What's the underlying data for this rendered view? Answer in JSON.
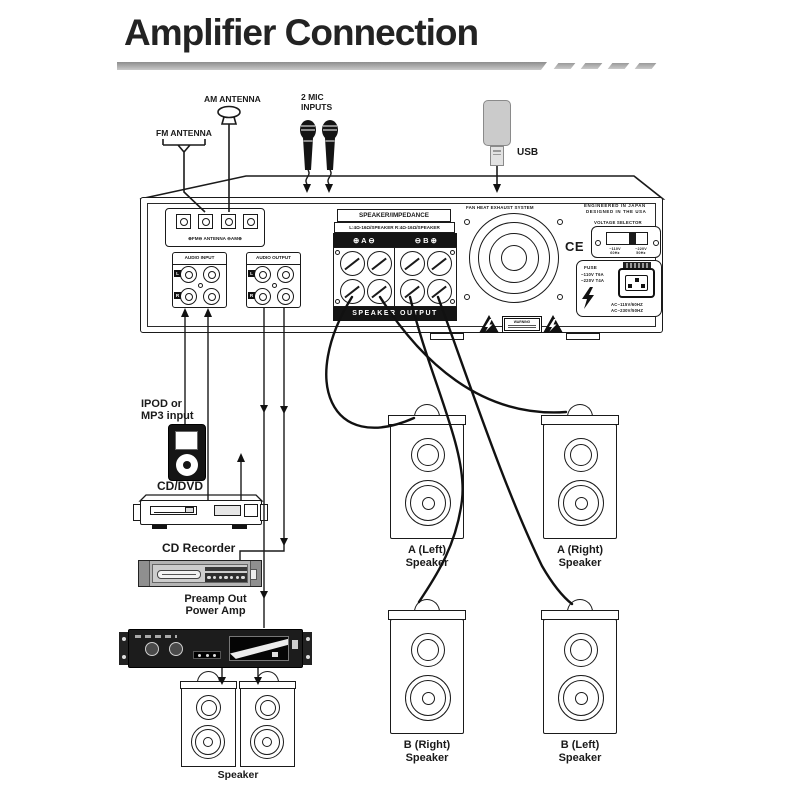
{
  "title": "Amplifier Connection",
  "labels": {
    "fm": "FM ANTENNA",
    "am": "AM ANTENNA",
    "mic1": "2 MIC",
    "mic2": "INPUTS",
    "usb": "USB",
    "ipod1": "IPOD or",
    "ipod2": "MP3 input",
    "cddvd": "CD/DVD",
    "cdrec": "CD  Recorder",
    "preamp1": "Preamp Out",
    "preamp2": "Power Amp",
    "smallspk": "Speaker"
  },
  "amp": {
    "antenna_row": "⊕FM⊖ ANTENNA ⊖AM⊕",
    "audio_in": "AUDIO  INPUT",
    "audio_out": "AUDIO  OUTPUT",
    "l": "L",
    "r": "R",
    "spk_header": "SPEAKER/IMPEDANCE",
    "spk_impedance": "L:4Ω-16Ω/SPEAKER  R:4Ω-16Ω/SPEAKER",
    "pol_a": "⊕ A ⊖",
    "pol_b": "⊖ B ⊕",
    "spk_out": "SPEAKER  OUTPUT",
    "fan": "FAN HEAT EXHAUST SYSTEM",
    "origin1": "ENGINEERED IN JAPAN",
    "origin2": "DESIGNED IN THE USA",
    "ce": "CE",
    "vsel": "VOLTAGE SELECTOR",
    "v1a": "~110V",
    "v1b": "60Hz",
    "v2a": "~220V",
    "v2b": "50Hz",
    "fuse1": "FUSE",
    "fuse2": "~110V T6A",
    "fuse3": "~220V T4A",
    "ac1": "AC~115V/60HZ",
    "ac2": "AC~230V/50HZ",
    "warn": "WARNING"
  },
  "speakers": [
    {
      "line1": "A (Left)",
      "line2": "Speaker"
    },
    {
      "line1": "A (Right)",
      "line2": "Speaker"
    },
    {
      "line1": "B (Right)",
      "line2": "Speaker"
    },
    {
      "line1": "B (Left)",
      "line2": "Speaker"
    }
  ],
  "colors": {
    "line": "#1a1a1a",
    "bar": "#aaaaaa"
  }
}
